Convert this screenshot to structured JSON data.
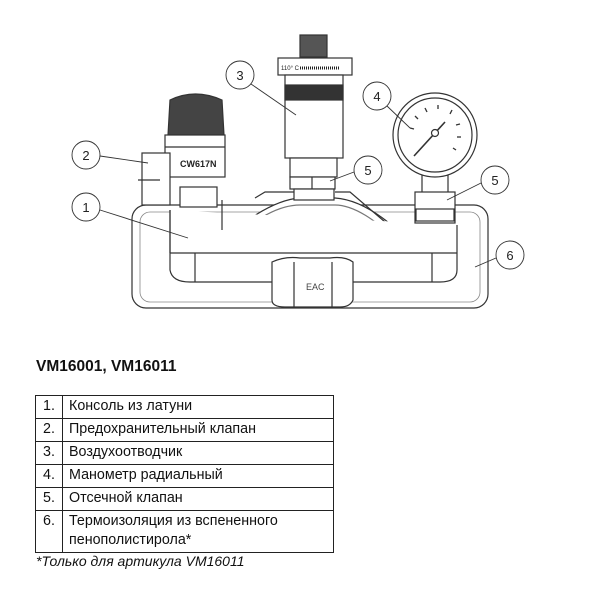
{
  "drawing": {
    "callouts": [
      "1",
      "2",
      "3",
      "4",
      "5",
      "5",
      "6"
    ],
    "valve_marking": "CW617N",
    "vent_marking": "110° C",
    "cert_mark": "EAC"
  },
  "title": "VM16001, VM16011",
  "parts": [
    {
      "num": "1.",
      "label": "Консоль из латуни"
    },
    {
      "num": "2.",
      "label": "Предохранительный клапан"
    },
    {
      "num": "3.",
      "label": "Воздухоотводчик"
    },
    {
      "num": "4.",
      "label": "Манометр радиальный"
    },
    {
      "num": "5.",
      "label": "Отсечной клапан"
    },
    {
      "num": "6.",
      "label": "Термоизоляция из вспененного пенополистирола*"
    }
  ],
  "footnote": "*Только для артикула VM16011"
}
